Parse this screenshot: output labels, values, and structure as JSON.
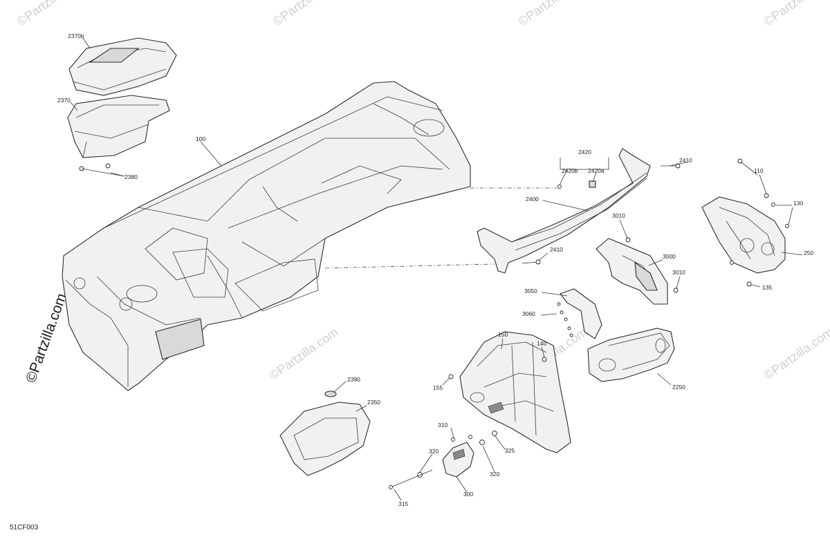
{
  "diagram_code": "51CF003",
  "watermark_text": "©Partzilla.com",
  "callouts": {
    "c2370b": "2370b",
    "c2370": "2370",
    "c2380": "2380",
    "c100": "100",
    "c2420": "2420",
    "c2420b": "2420b",
    "c2420a": "2420a",
    "c2410a": "2410",
    "c2400": "2400",
    "c2410b": "2410",
    "c3010a": "3010",
    "c3000": "3000",
    "c3010b": "3010",
    "c3050": "3050",
    "c3060": "3060",
    "c110": "110",
    "c130": "130",
    "c250": "250",
    "c135": "135",
    "c150": "150",
    "c140": "140",
    "c155": "155",
    "c2250": "2250",
    "c2390": "2390",
    "c2350": "2350",
    "c310": "310",
    "c320a": "320",
    "c325": "325",
    "c320b": "320",
    "c300": "300",
    "c315": "315"
  },
  "colors": {
    "line": "#2b2b2b",
    "fill": "#f1f1f1",
    "watermark": "#cfcfcf"
  }
}
